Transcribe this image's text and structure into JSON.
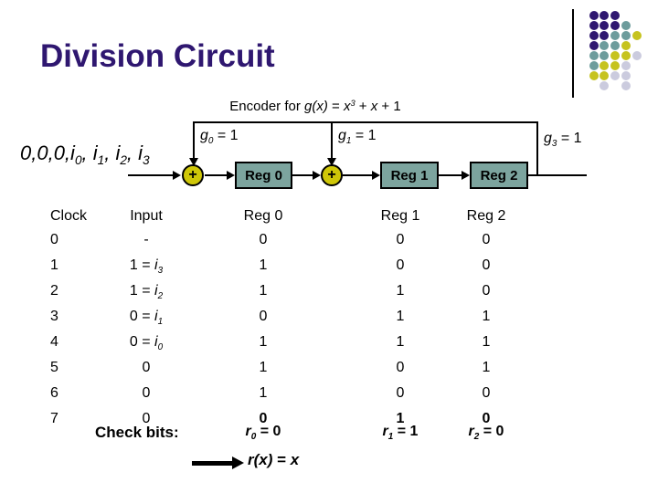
{
  "slide": {
    "title": "Division Circuit",
    "title_color": "#2F1770"
  },
  "decoration": {
    "palette": {
      "p": "#2F1770",
      "t": "#6D9C9C",
      "y": "#C6C31E",
      "g": "#CBCBDE"
    },
    "grid": [
      "ppp..",
      "pppt.",
      "pptty",
      "ptty.",
      "ttyyg",
      "tyyg.",
      "yygg.",
      ".g.g."
    ]
  },
  "circuit": {
    "caption": "Encoder for *g(x)* = *x^3* + *x* + 1",
    "input_label": "*0,0,0,i_0, i_1, i_2, i_3*",
    "tap_labels": [
      "*g_0* = 1",
      "*g_1* = 1",
      "*g_3* = 1"
    ],
    "adder_symbol": "+",
    "registers": [
      "Reg 0",
      "Reg 1",
      "Reg 2"
    ],
    "colors": {
      "adder_fill": "#CFC708",
      "register_fill": "#7CA49E",
      "wire": "#000000"
    }
  },
  "table": {
    "headers": [
      "Clock",
      "Input",
      "Reg 0",
      "Reg 1",
      "Reg 2"
    ],
    "rows": [
      {
        "clock": "0",
        "input": "-",
        "reg0": "0",
        "reg1": "0",
        "reg2": "0"
      },
      {
        "clock": "1",
        "input": "1 = *i_3*",
        "reg0": "1",
        "reg1": "0",
        "reg2": "0"
      },
      {
        "clock": "2",
        "input": "1 = *i_2*",
        "reg0": "1",
        "reg1": "1",
        "reg2": "0"
      },
      {
        "clock": "3",
        "input": "0 = *i_1*",
        "reg0": "0",
        "reg1": "1",
        "reg2": "1"
      },
      {
        "clock": "4",
        "input": "0 = *i_0*",
        "reg0": "1",
        "reg1": "1",
        "reg2": "1"
      },
      {
        "clock": "5",
        "input": "0",
        "reg0": "1",
        "reg1": "0",
        "reg2": "1"
      },
      {
        "clock": "6",
        "input": "0",
        "reg0": "1",
        "reg1": "0",
        "reg2": "0"
      },
      {
        "clock": "7",
        "input": "0",
        "reg0": "0",
        "reg1": "1",
        "reg2": "0",
        "bold_regs": true
      }
    ],
    "check_bits_label": "Check bits:",
    "check_bits": [
      "*r_0* = 0",
      "*r_1* = 1",
      "*r_2* = 0"
    ]
  },
  "result": {
    "label": "*r(x)* = *x*"
  }
}
